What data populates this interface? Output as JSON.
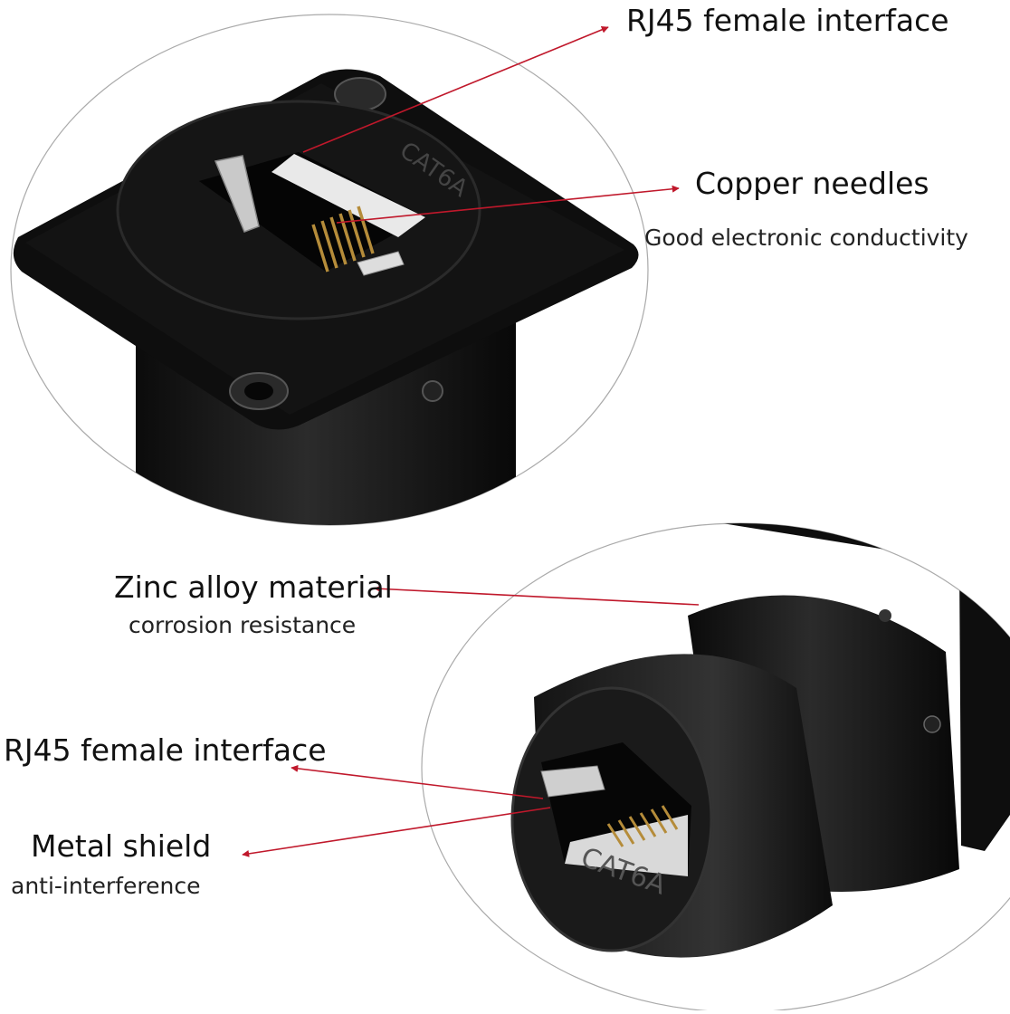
{
  "labels": {
    "top_rj45": "RJ45 female interface",
    "copper_title": "Copper needles",
    "copper_sub": "Good electronic conductivity",
    "zinc_title": "Zinc alloy material",
    "zinc_sub": "corrosion resistance",
    "bottom_rj45": "RJ45 female interface",
    "shield_title": "Metal shield",
    "shield_sub": "anti-interference"
  },
  "marks": {
    "top_connector_marking": "CAT6A",
    "bottom_connector_marking": "CAT6A"
  },
  "colors": {
    "arrow": "#c0182b",
    "body_black": "#151515",
    "ring": "#aaaaaa"
  }
}
